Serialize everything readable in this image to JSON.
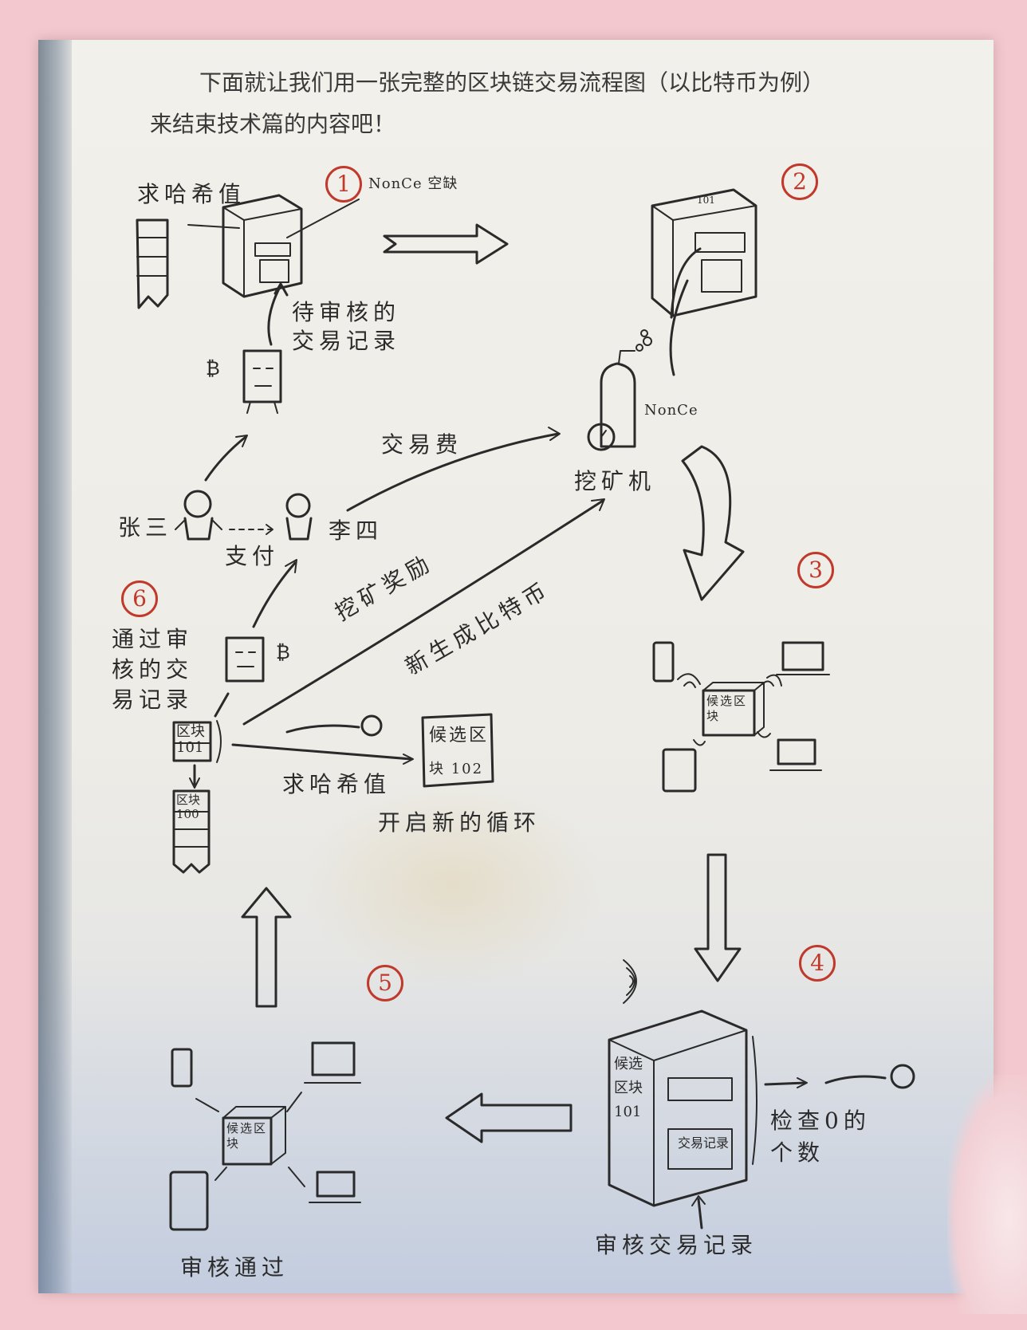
{
  "header": {
    "line1": "下面就让我们用一张完整的区块链交易流程图（以比特币为例）",
    "line2": "来结束技术篇的内容吧！"
  },
  "steps": [
    "1",
    "2",
    "3",
    "4",
    "5",
    "6"
  ],
  "labels": {
    "seek_hash_top": "求哈希值",
    "nonce_missing": "NonCe 空缺",
    "pending_records_1": "待审核的",
    "pending_records_2": "交易记录",
    "nonce": "NonCe",
    "tx_fee": "交易费",
    "miner": "挖矿机",
    "zhangsan": "张三",
    "pay": "支付",
    "lisi": "李四",
    "approved_1": "通过审",
    "approved_2": "核的交",
    "approved_3": "易记录",
    "mining_reward": "挖矿奖励",
    "new_coin": "新生成比特币",
    "block_101": "区块101",
    "block_100": "区块100",
    "candidate_102_a": "候选区",
    "candidate_102_b": "块 102",
    "seek_hash_bottom": "求哈希值",
    "new_cycle": "开启新的循环",
    "candidate_block": "候选区块",
    "check_zeros_1": "检查0的",
    "check_zeros_2": "个数",
    "review_records": "审核交易记录",
    "review_passed": "审核通过",
    "machine_101": "101",
    "tx_record": "交易记录",
    "candidate_block_101": "候选区块101"
  },
  "colors": {
    "step_circle": "#c0392b",
    "ink": "#2a2a2a",
    "page": "#f2f0ea",
    "background": "#f3c9cf"
  }
}
